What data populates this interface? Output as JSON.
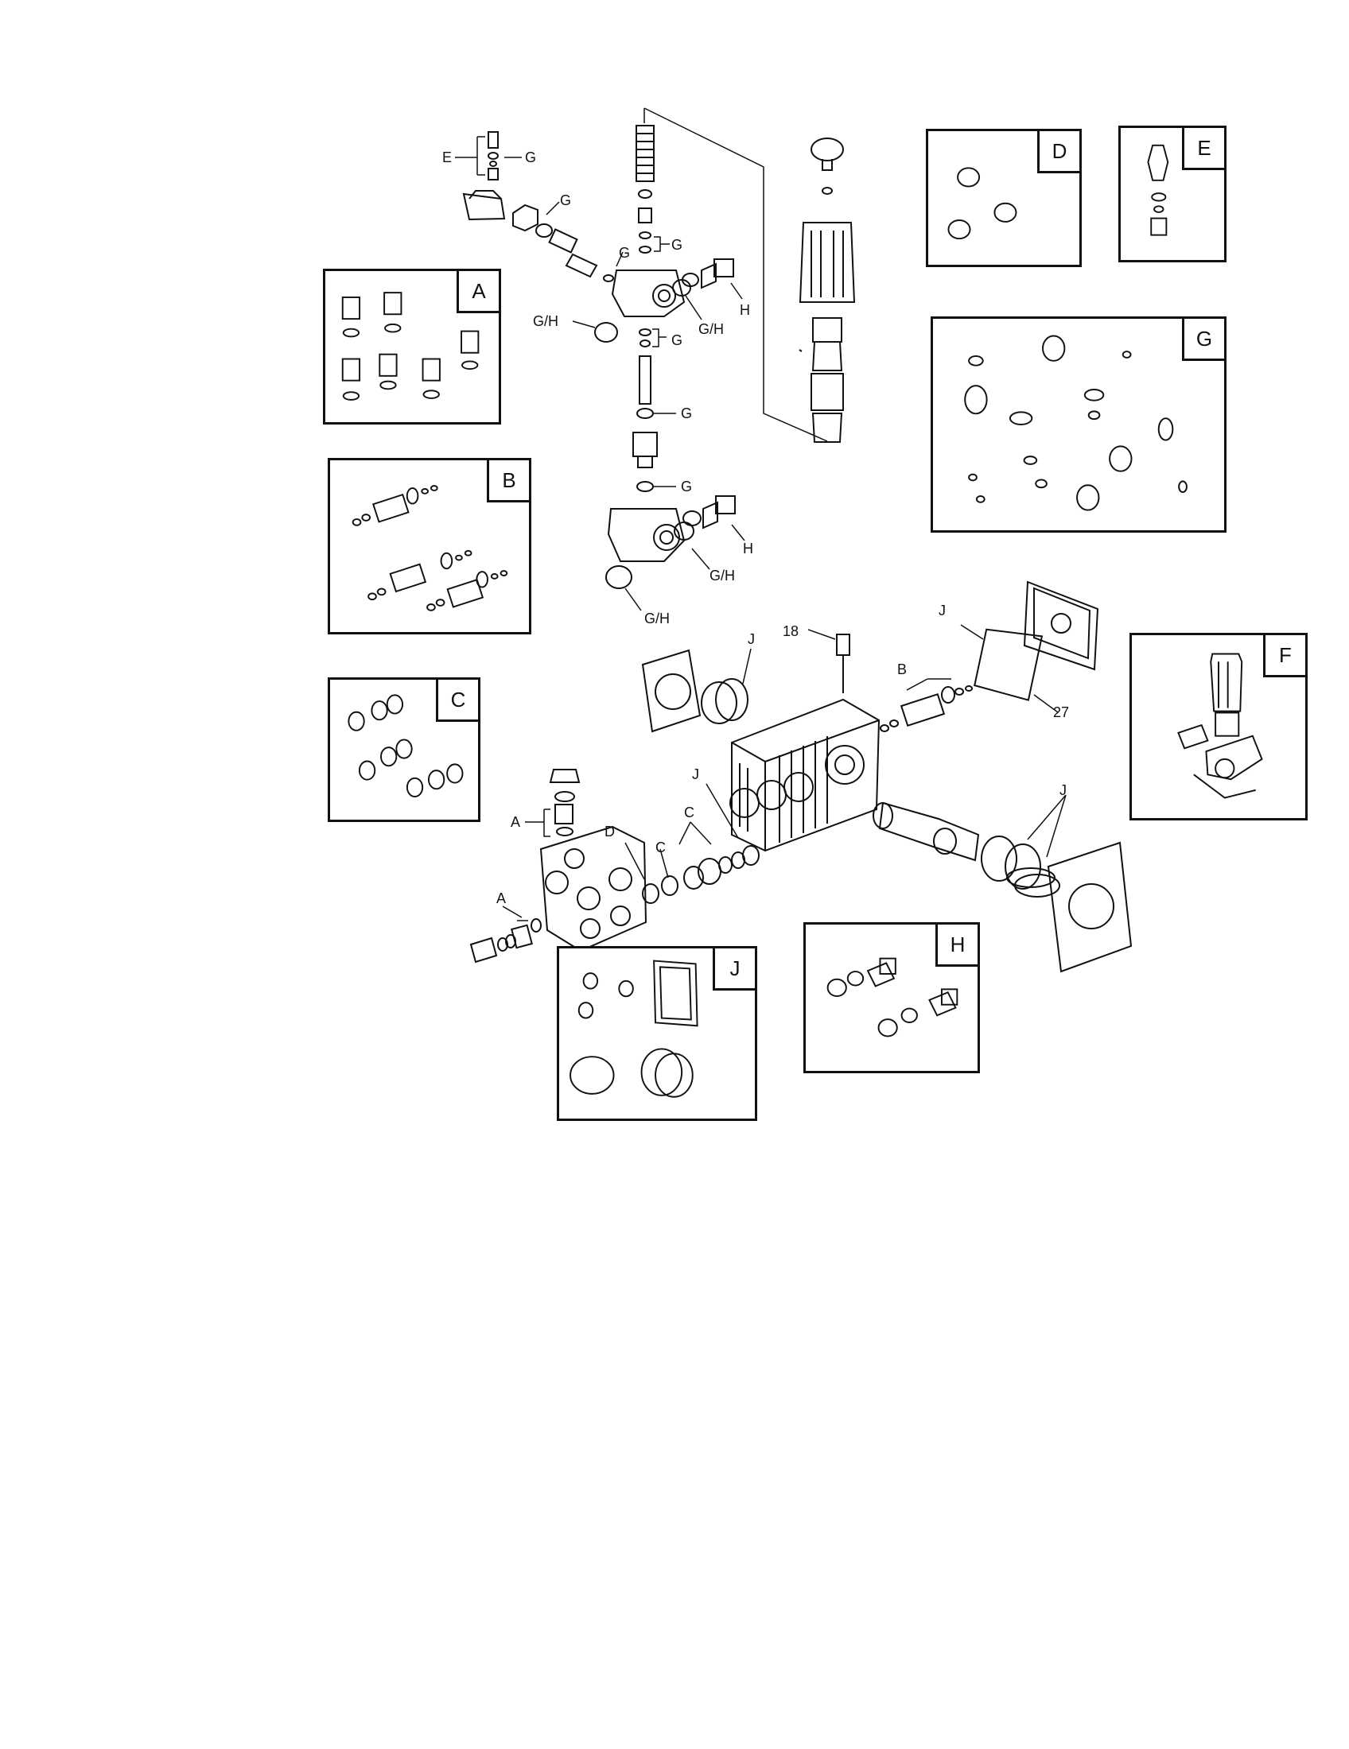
{
  "kits": {
    "a": "A",
    "b": "B",
    "c": "C",
    "d": "D",
    "e": "E",
    "f": "F",
    "g": "G",
    "h": "H",
    "j": "J"
  },
  "callouts": {
    "e_valve": "E",
    "g": "G",
    "gh": "G/H",
    "h": "H",
    "a": "A",
    "b": "B",
    "c": "C",
    "d": "D",
    "j": "J",
    "n18": "18",
    "n27": "27"
  }
}
